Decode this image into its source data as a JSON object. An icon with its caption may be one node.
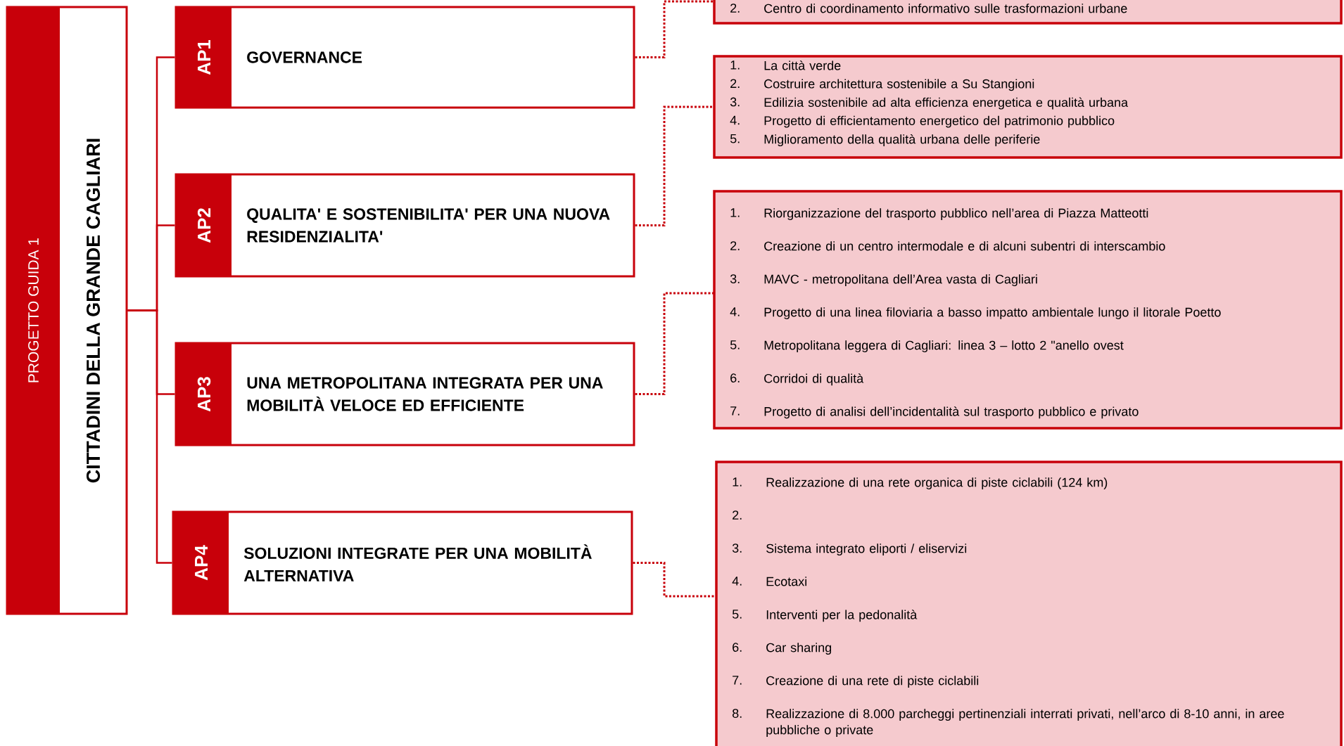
{
  "diagram": {
    "nodes": [
      {
        "text": [
          "PROGETTO GUIDA 1",
          "CITTADINI DELLA GRANDE CAGLIARI"
        ]
      },
      {
        "text": [
          "AP1",
          "GOVERNANCE"
        ]
      },
      {
        "text": [
          "AP2",
          "QUALITA' E SOSTENIBILITA' PER UNA NUOVA RESIDENZIALITA'"
        ]
      },
      {
        "text": [
          "AP3",
          "UNA METROPOLITANA INTEGRATA PER UNA MOBILITÀ VELOCE ED EFFICIENTE"
        ]
      },
      {
        "text": [
          "AP4",
          "SOLUZIONI INTEGRATE PER UNA MOBILITÀ ALTERNATIVA"
        ]
      },
      {
        "text": [
          "2.",
          "Centro di coordinamento informativo sulle trasformazioni urbane"
        ]
      },
      {
        "text": [
          "1.",
          "La città verde",
          "2.",
          "Costruire architettura sostenibile a Su Stangioni",
          "3.",
          "Edilizia sostenibile ad alta efficienza energetica e qualità urbana",
          "4.",
          "Progetto di efficientamento energetico del patrimonio pubblico",
          "5.",
          "Miglioramento della qualità urbana delle periferie"
        ]
      },
      {
        "text": [
          "1.",
          "Riorganizzazione del trasporto pubblico nell’area di Piazza Matteotti",
          "2.",
          "Creazione di un centro intermodale e di alcuni subentri di interscambio",
          "3.",
          "MAVC - metropolitana dell’Area vasta di Cagliari",
          "4.",
          "Progetto di una linea filoviaria a basso impatto ambientale lungo il litorale Poetto",
          "5.",
          "Metropolitana leggera di Cagliari: linea 3 – lotto 2 \"anello ovest",
          "6.",
          "Corridoi di qualità",
          "7.",
          "Progetto di analisi dell’incidentalità sul trasporto pubblico e privato"
        ]
      },
      {
        "text": [
          "1.",
          "Realizzazione di una rete organica di piste ciclabili (124 km)",
          "2.",
          "3.",
          "Sistema integrato eliporti / eliservizi",
          "4.",
          "Ecotaxi",
          "5.",
          "Interventi per la pedonalità",
          "6.",
          "Car sharing",
          "7.",
          "Creazione di una rete di piste ciclabili",
          "8.",
          "Realizzazione di 8.000 parcheggi pertinenziali interrati privati, nell’arco di 8-10 anni, in aree pubbliche o private"
        ]
      }
    ],
    "edges": [
      {
        "from": 0,
        "to": 1,
        "arrow": "none"
      },
      {
        "from": 0,
        "to": 2,
        "arrow": "none"
      },
      {
        "from": 0,
        "to": 3,
        "arrow": "none"
      },
      {
        "from": 0,
        "to": 4,
        "arrow": "none"
      },
      {
        "from": 1,
        "to": 5,
        "arrow": "none",
        "style": "dashed"
      },
      {
        "from": 2,
        "to": 6,
        "arrow": "none",
        "style": "dashed"
      },
      {
        "from": 3,
        "to": 7,
        "arrow": "none",
        "style": "dashed"
      },
      {
        "from": 4,
        "to": 8,
        "arrow": "none",
        "style": "dashed"
      }
    ]
  }
}
